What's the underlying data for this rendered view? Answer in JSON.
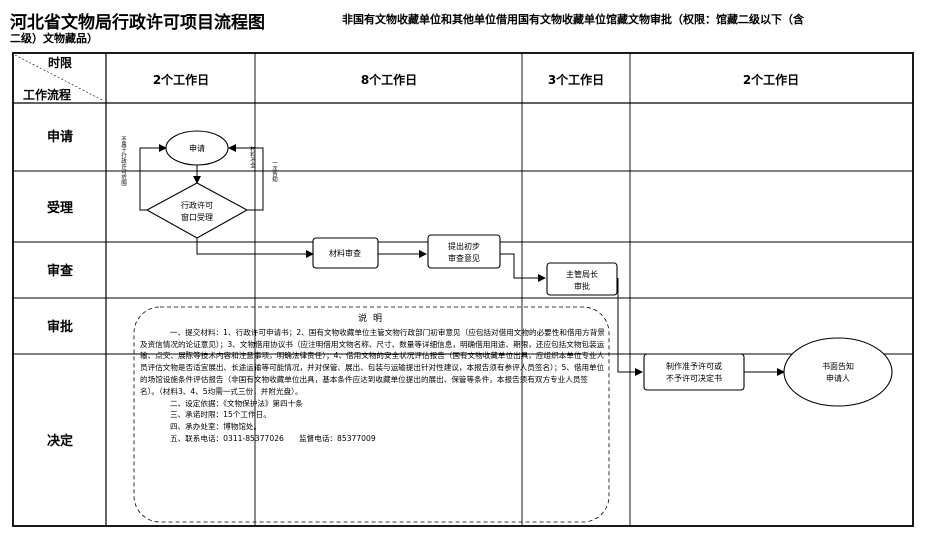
{
  "title": "河北省文物局行政许可项目流程图",
  "subtitle_line1": "非国有文物收藏单位和其他单位借用国有文物收藏单位馆藏文物审批（权限：馆藏二级以下（含",
  "subtitle_line2": "二级）文物藏品）",
  "header": {
    "corner_top": "时限",
    "corner_bottom": "工作流程",
    "columns": [
      "2个工作日",
      "8个工作日",
      "3个工作日",
      "2个工作日"
    ]
  },
  "rows": [
    "申请",
    "受理",
    "审查",
    "审批",
    "决定"
  ],
  "nodes": {
    "apply": "申请",
    "accept_line1": "行政许可",
    "accept_line2": "窗口受理",
    "material_review": "材料审查",
    "opinion_line1": "提出初步",
    "opinion_line2": "审查意见",
    "leader_line1": "主管局长",
    "leader_line2": "审批",
    "decision_line1": "制作准予许可或",
    "decision_line2": "不予许可决定书",
    "notify_line1": "书面告知",
    "notify_line2": "申请人"
  },
  "side_labels": {
    "left": "不属于行政许可范围",
    "right_a": "材料不全",
    "right_b": "一次告知"
  },
  "notes": {
    "heading": "说明",
    "para1": "一、提交材料：1、行政许可申请书；2、国有文物收藏单位主管文物行政部门初审意见（应包括对借用文物的必要性和借用方背景及资信情况的论证意见）；3、文物借用协议书（应注明借用文物名称、尺寸、数量等详细信息，明确借用用途、期限，还应包括文物包装运输、点交、展陈等技术内容和注意事项，明确法律责任）；4、借用文物的安全状况评估报告（国有文物收藏单位出具，应组织本单位专业人员评估文物是否适宜展出、长途运输等可能情况，并对保管、展出、包装与运输提出针对性建议，本报告须有参评人员签名）；5、借用单位的场馆设施条件评估报告（非国有文物收藏单位出具，基本条件应达到收藏单位提出的展出、保管等条件，本报告须有双方专业人员签名）。（材料3、4、5均需一式三份，并附光盘）。",
    "item2": "二、设定依据：《文物保护法》第四十条",
    "item3": "三、承诺时限：15个工作日。",
    "item4": "四、承办处室：博物馆处。",
    "item5": "五、联系电话：0311-85377026　　监督电话：85377009"
  }
}
